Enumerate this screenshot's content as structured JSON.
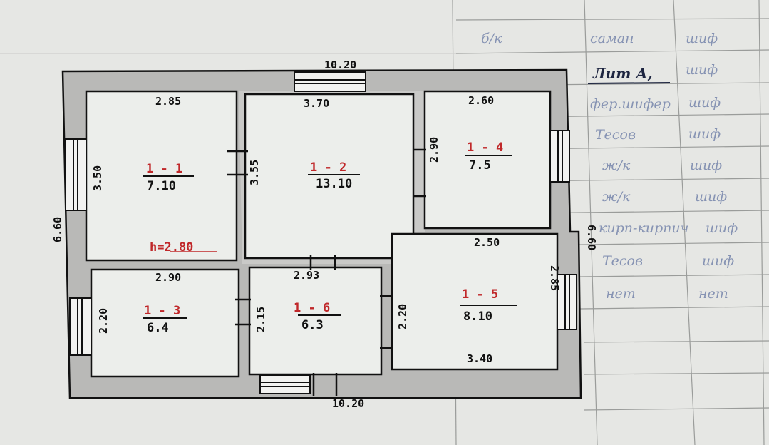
{
  "plan": {
    "overall_top": "10.20",
    "overall_bottom": "10.20",
    "overall_left": "6.60",
    "overall_right": "6.60",
    "ceiling_height": "h=2.80",
    "rooms": [
      {
        "id": "1 - 1",
        "area": "7.10",
        "w": "2.85",
        "h": "3.50"
      },
      {
        "id": "1 - 2",
        "area": "13.10",
        "w": "3.70",
        "h": "3.55"
      },
      {
        "id": "1 - 4",
        "area": "7.5",
        "w": "2.60",
        "h": "2.90"
      },
      {
        "id": "1 - 3",
        "area": "6.4",
        "w": "2.90",
        "h": "2.20"
      },
      {
        "id": "1 - 6",
        "area": "6.3",
        "w": "2.93",
        "h": "2.15"
      },
      {
        "id": "1 - 5",
        "area": "8.10",
        "w": "2.50",
        "h": "2.85",
        "w2": "3.40",
        "h2": "2.20"
      }
    ]
  },
  "table": {
    "heading": "Лит А,",
    "col1": [
      "б/к"
    ],
    "col2": [
      "саман",
      "фер.шифер",
      "Тесов",
      "ж/к",
      "ж/к",
      "кирп-кирпич",
      "Тесов",
      "нет"
    ],
    "col3": [
      "шиф",
      "шиф",
      "шиф",
      "шиф",
      "шиф",
      "шиф",
      "шиф",
      "шиф",
      "нет"
    ]
  },
  "colors": {
    "wall": "#b9b9b7",
    "room_id": "#d42a2a",
    "paper": "#e6e7e4"
  }
}
